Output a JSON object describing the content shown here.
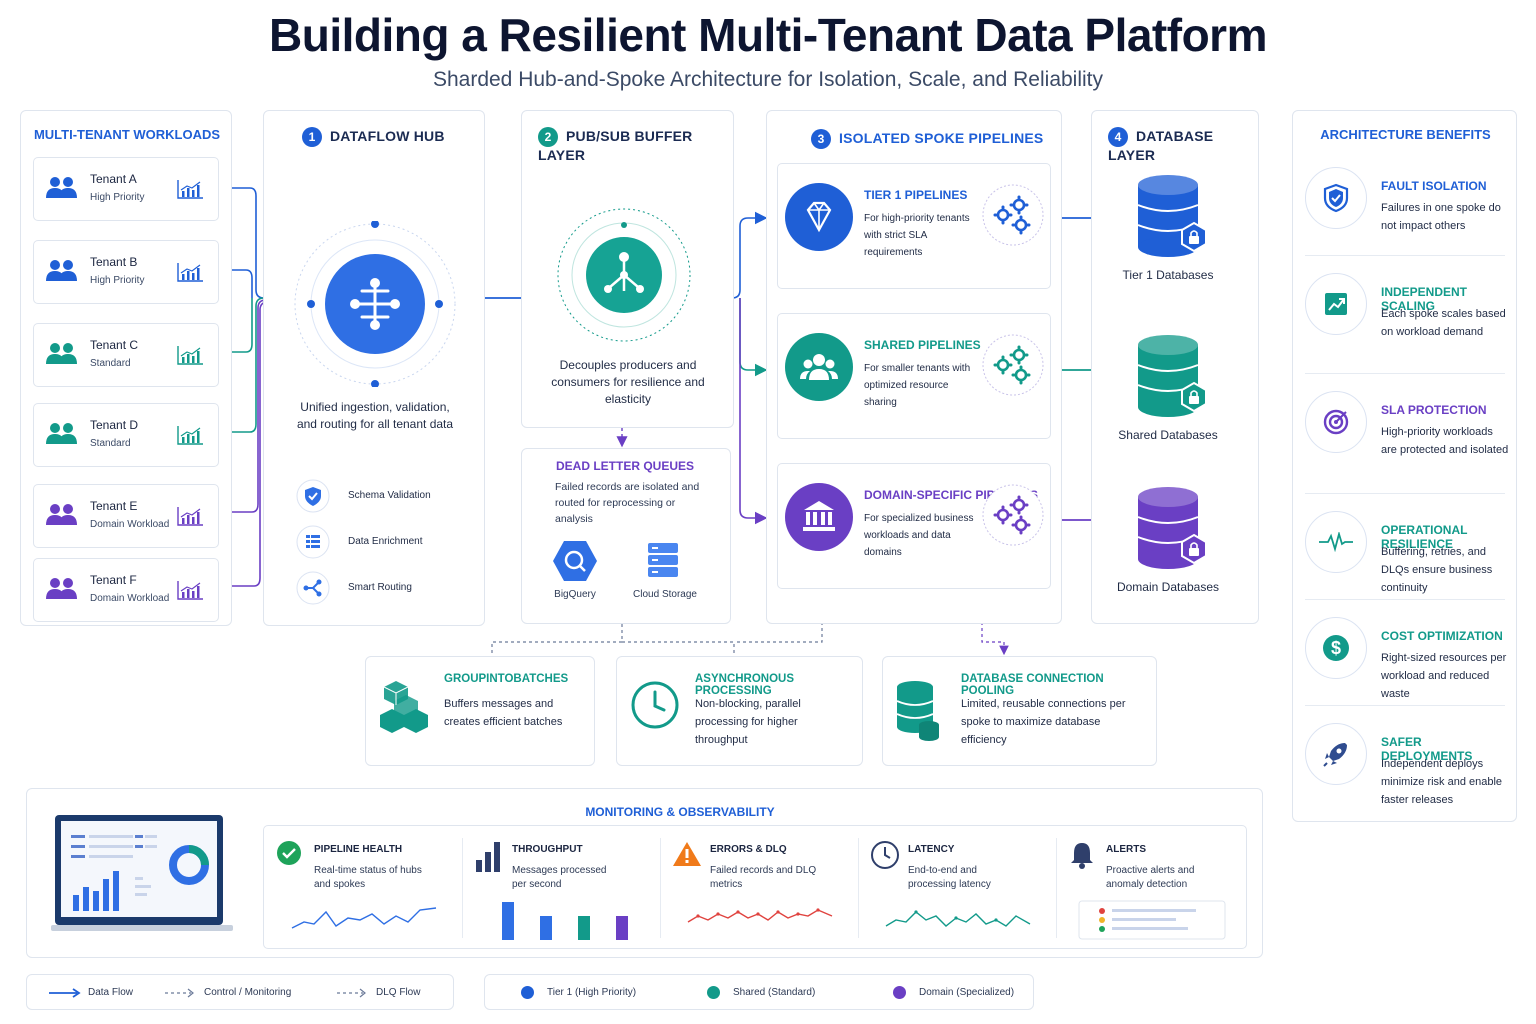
{
  "header": {
    "title": "Building a Resilient Multi-Tenant Data Platform",
    "subtitle": "Sharded Hub-and-Spoke Architecture for Isolation, Scale, and Reliability"
  },
  "workloads": {
    "heading": "MULTI-TENANT WORKLOADS",
    "tenants": [
      {
        "name": "Tenant A",
        "tier": "High Priority",
        "color": "#1f5fd6"
      },
      {
        "name": "Tenant B",
        "tier": "High Priority",
        "color": "#1f5fd6"
      },
      {
        "name": "Tenant C",
        "tier": "Standard",
        "color": "#129a8a"
      },
      {
        "name": "Tenant D",
        "tier": "Standard",
        "color": "#129a8a"
      },
      {
        "name": "Tenant E",
        "tier": "Domain Workload",
        "color": "#6a3fc4"
      },
      {
        "name": "Tenant F",
        "tier": "Domain Workload",
        "color": "#6a3fc4"
      }
    ]
  },
  "hub": {
    "number": "1",
    "heading": "DATAFLOW HUB",
    "description": "Unified ingestion, validation, and routing for all tenant data",
    "features": [
      {
        "label": "Schema Validation",
        "icon": "shield-check-icon"
      },
      {
        "label": "Data Enrichment",
        "icon": "list-icon"
      },
      {
        "label": "Smart Routing",
        "icon": "routing-icon"
      }
    ]
  },
  "pubsub": {
    "number": "2",
    "heading": "PUB/SUB BUFFER LAYER",
    "description": "Decouples producers and consumers for resilience and elasticity",
    "dlq": {
      "heading": "DEAD LETTER QUEUES",
      "text": "Failed records are isolated and routed for reprocessing or analysis",
      "targets": [
        "BigQuery",
        "Cloud Storage"
      ]
    }
  },
  "spokes": {
    "number": "3",
    "heading": "ISOLATED SPOKE PIPELINES",
    "pipelines": [
      {
        "title": "TIER 1 PIPELINES",
        "text": "For high-priority tenants with strict SLA requirements",
        "color": "#1f5fd6",
        "icon": "diamond-icon"
      },
      {
        "title": "SHARED PIPELINES",
        "text": "For smaller tenants with optimized resource sharing",
        "color": "#129a8a",
        "icon": "group-icon"
      },
      {
        "title": "DOMAIN-SPECIFIC PIPELINES",
        "text": "For specialized business workloads and data domains",
        "color": "#6a3fc4",
        "icon": "bank-icon"
      }
    ]
  },
  "databases": {
    "number": "4",
    "heading": "DATABASE LAYER",
    "items": [
      {
        "label": "Tier 1 Databases",
        "color": "#1f5fd6"
      },
      {
        "label": "Shared Databases",
        "color": "#129a8a"
      },
      {
        "label": "Domain Databases",
        "color": "#6a3fc4"
      }
    ]
  },
  "features_row": [
    {
      "title": "GROUPINTOBATCHES",
      "text": "Buffers messages and creates efficient batches",
      "icon": "cubes-icon"
    },
    {
      "title": "ASYNCHRONOUS PROCESSING",
      "text": "Non-blocking, parallel processing for higher throughput",
      "icon": "clock-icon"
    },
    {
      "title": "DATABASE CONNECTION POOLING",
      "text": "Limited, reusable connections per spoke to maximize database efficiency",
      "icon": "database-icon"
    }
  ],
  "benefits": {
    "heading": "ARCHITECTURE BENEFITS",
    "items": [
      {
        "title": "FAULT ISOLATION",
        "text": "Failures in one spoke do not impact others",
        "color": "#1f5fd6",
        "icon": "shield-icon"
      },
      {
        "title": "INDEPENDENT SCALING",
        "text": "Each spoke scales based on workload demand",
        "color": "#129a8a",
        "icon": "scaling-chart-icon"
      },
      {
        "title": "SLA PROTECTION",
        "text": "High-priority workloads are protected and isolated",
        "color": "#6a3fc4",
        "icon": "target-icon"
      },
      {
        "title": "OPERATIONAL RESILIENCE",
        "text": "Buffering, retries, and DLQs ensure business continuity",
        "color": "#129a8a",
        "icon": "pulse-icon"
      },
      {
        "title": "COST OPTIMIZATION",
        "text": "Right-sized resources per workload and reduced waste",
        "color": "#129a8a",
        "icon": "dollar-icon"
      },
      {
        "title": "SAFER DEPLOYMENTS",
        "text": "Independent deploys minimize risk and enable faster releases",
        "color": "#129a8a",
        "icon": "rocket-icon"
      }
    ]
  },
  "monitoring": {
    "heading": "MONITORING & OBSERVABILITY",
    "cards": [
      {
        "title": "PIPELINE HEALTH",
        "text": "Real-time status of hubs and spokes",
        "icon": "check-circle-icon"
      },
      {
        "title": "THROUGHPUT",
        "text": "Messages processed per second",
        "icon": "bar-chart-icon"
      },
      {
        "title": "ERRORS & DLQ",
        "text": "Failed records and DLQ metrics",
        "icon": "warning-icon"
      },
      {
        "title": "LATENCY",
        "text": "End-to-end and processing latency",
        "icon": "clock-icon"
      },
      {
        "title": "ALERTS",
        "text": "Proactive alerts and anomaly detection",
        "icon": "bell-icon"
      }
    ]
  },
  "legend": {
    "lines": [
      {
        "label": "Data Flow",
        "style": "solid"
      },
      {
        "label": "Control / Monitoring",
        "style": "dashed"
      },
      {
        "label": "DLQ Flow",
        "style": "dashed"
      }
    ],
    "tiers": [
      {
        "label": "Tier 1 (High Priority)",
        "color": "#1f5fd6"
      },
      {
        "label": "Shared (Standard)",
        "color": "#129a8a"
      },
      {
        "label": "Domain (Specialized)",
        "color": "#6a3fc4"
      }
    ]
  }
}
